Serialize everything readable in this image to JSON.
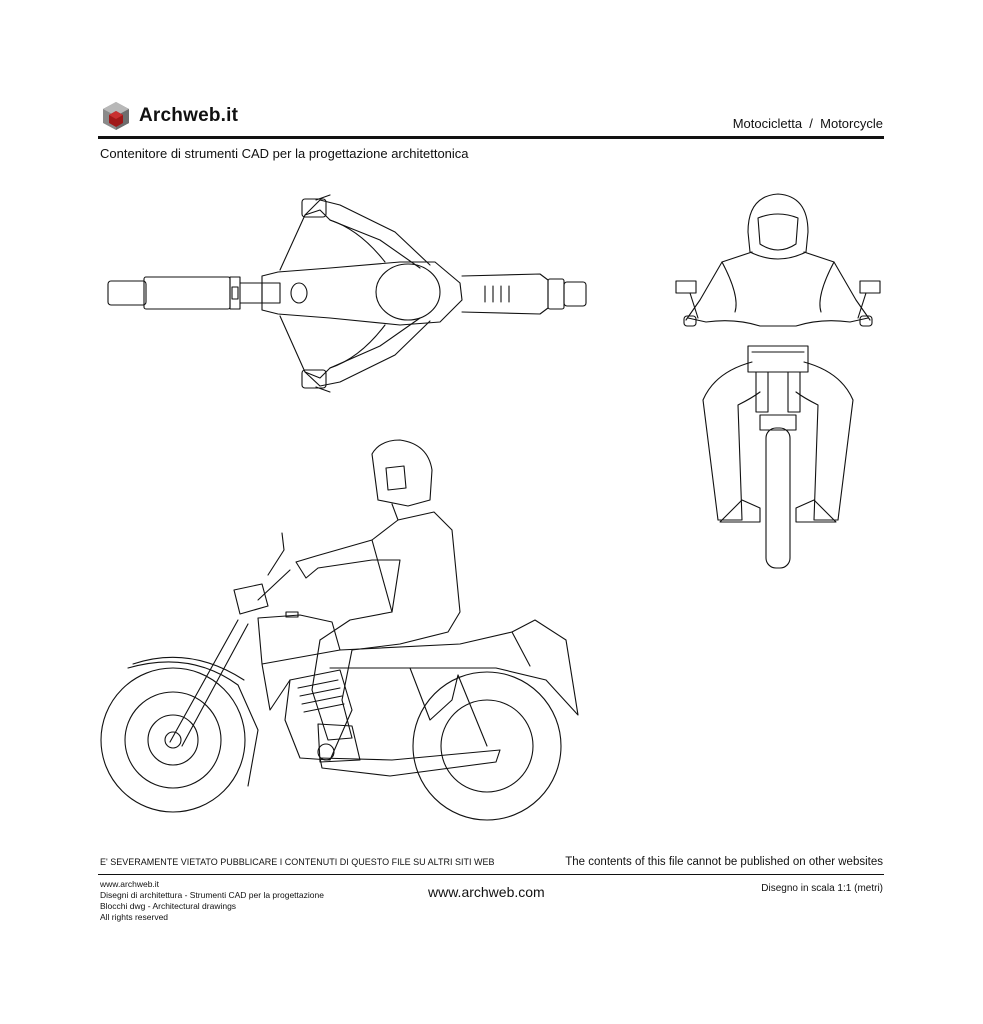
{
  "header": {
    "brand": "Archweb.it",
    "title": "Motocicletta  /  Motorcycle",
    "subtitle": "Contenitore di strumenti CAD per la progettazione architettonica",
    "logo_icon": "cube-logo-icon",
    "logo_color": "#a01818"
  },
  "drawings": {
    "views": [
      "top-view",
      "front-view",
      "side-view"
    ]
  },
  "footer": {
    "warning_it": "E' SEVERAMENTE VIETATO PUBBLICARE I CONTENUTI DI QUESTO FILE SU ALTRI SITI WEB",
    "warning_en": "The contents of this file cannot be published on other websites",
    "credits": [
      "www.archweb.it",
      "Disegni di architettura - Strumenti CAD  per la progettazione",
      "Blocchi dwg - Architectural drawings",
      "All rights reserved"
    ],
    "site": "www.archweb.com",
    "scale": "Disegno in scala 1:1 (metri)"
  }
}
